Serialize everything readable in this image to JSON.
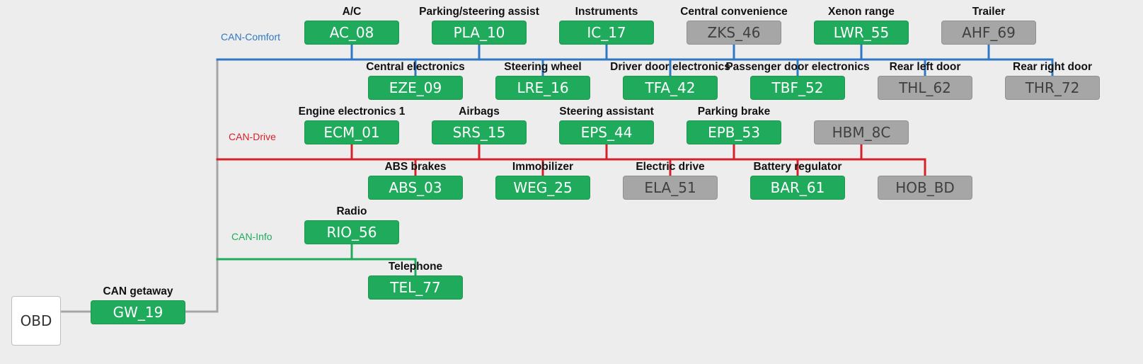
{
  "obd_label": "OBD",
  "colors": {
    "comfort": "#2f78c4",
    "drive": "#d6212a",
    "info": "#20ab5c",
    "trunk": "#a6a6a6",
    "active_node": "#20ab5c",
    "inactive_node": "#a6a6a6"
  },
  "gateway": {
    "caption": "CAN getaway",
    "code": "GW_19",
    "active": true
  },
  "buses": [
    {
      "key": "comfort",
      "label": "CAN-Comfort",
      "upper": [
        {
          "caption": "A/C",
          "code": "AC_08",
          "active": true
        },
        {
          "caption": "Parking/steering assist",
          "code": "PLA_10",
          "active": true
        },
        {
          "caption": "Instruments",
          "code": "IC_17",
          "active": true
        },
        {
          "caption": "Central convenience",
          "code": "ZKS_46",
          "active": false
        },
        {
          "caption": "Xenon range",
          "code": "LWR_55",
          "active": true
        },
        {
          "caption": "Trailer",
          "code": "AHF_69",
          "active": false
        }
      ],
      "lower": [
        {
          "caption": "Central electronics",
          "code": "EZE_09",
          "active": true
        },
        {
          "caption": "Steering wheel",
          "code": "LRE_16",
          "active": true
        },
        {
          "caption": "Driver door electronics",
          "code": "TFA_42",
          "active": true
        },
        {
          "caption": "Passenger door electronics",
          "code": "TBF_52",
          "active": true
        },
        {
          "caption": "Rear left door",
          "code": "THL_62",
          "active": false
        },
        {
          "caption": "Rear right door",
          "code": "THR_72",
          "active": false
        }
      ]
    },
    {
      "key": "drive",
      "label": "CAN-Drive",
      "upper": [
        {
          "caption": "Engine electronics 1",
          "code": "ECM_01",
          "active": true
        },
        {
          "caption": "Airbags",
          "code": "SRS_15",
          "active": true
        },
        {
          "caption": "Steering assistant",
          "code": "EPS_44",
          "active": true
        },
        {
          "caption": "Parking brake",
          "code": "EPB_53",
          "active": true
        },
        {
          "caption": "",
          "code": "HBM_8C",
          "active": false
        }
      ],
      "lower": [
        {
          "caption": "ABS brakes",
          "code": "ABS_03",
          "active": true
        },
        {
          "caption": "Immobilizer",
          "code": "WEG_25",
          "active": true
        },
        {
          "caption": "Electric drive",
          "code": "ELA_51",
          "active": false
        },
        {
          "caption": "Battery regulator",
          "code": "BAR_61",
          "active": true
        },
        {
          "caption": "",
          "code": "HOB_BD",
          "active": false
        }
      ]
    },
    {
      "key": "info",
      "label": "CAN-Info",
      "upper": [
        {
          "caption": "Radio",
          "code": "RIO_56",
          "active": true
        }
      ],
      "lower": [
        {
          "caption": "Telephone",
          "code": "TEL_77",
          "active": true
        }
      ]
    }
  ]
}
